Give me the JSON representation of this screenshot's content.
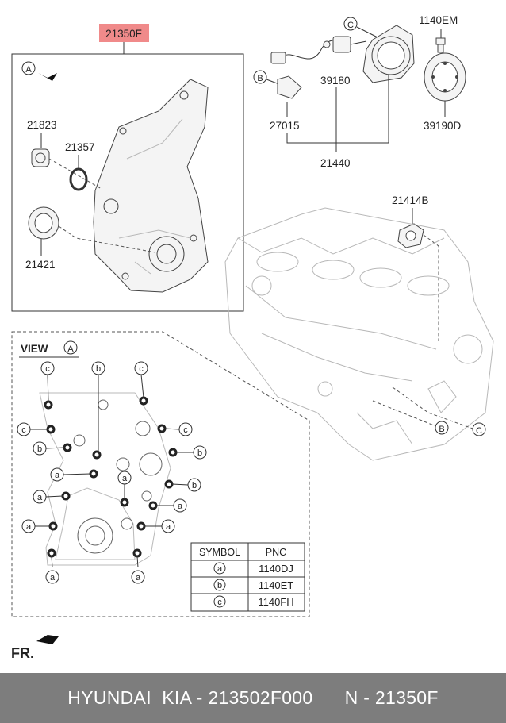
{
  "main_part": {
    "pnc": "21350F"
  },
  "parts": {
    "seal_21823": "21823",
    "gasket_21357": "21357",
    "seal_21421": "21421",
    "sensor_39180": "39180",
    "bolt_1140EM": "1140EM",
    "wheel_39190D": "39190D",
    "bracket_27015": "27015",
    "retainer_21440": "21440",
    "pump_21414B": "21414B"
  },
  "view": {
    "title": "VIEW",
    "marker": "A"
  },
  "callouts": {
    "a": "a",
    "b": "b",
    "c": "c",
    "A": "A",
    "B": "B",
    "C": "C"
  },
  "symbol_table": {
    "headers": [
      "SYMBOL",
      "PNC"
    ],
    "rows": [
      {
        "symbol": "a",
        "pnc": "1140DJ"
      },
      {
        "symbol": "b",
        "pnc": "1140ET"
      },
      {
        "symbol": "c",
        "pnc": "1140FH"
      }
    ]
  },
  "direction": {
    "label": "FR."
  },
  "footer": {
    "brand": "HYUNDAI  KIA - 213502F000",
    "pnc": "N - 21350F"
  },
  "colors": {
    "header_box": "#f08a8a",
    "footer_bg": "#7d7d7d",
    "footer_text": "#ffffff"
  }
}
